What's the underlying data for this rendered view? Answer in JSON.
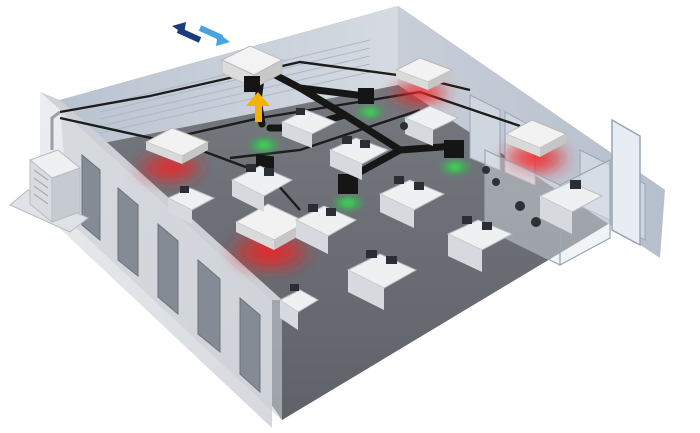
{
  "colors": {
    "background": "#ffffff",
    "floor": "#6e7178",
    "wall_top": "#d9dde2",
    "wall_inner": "#c4ccd6",
    "wall_outer": "#e4e6e9",
    "window_glass": "#bfc8d6",
    "door": "#8e949c",
    "duct": "#1a1a1a",
    "refrigerant_pipe": "#202020",
    "cooling_zone": "#e32020",
    "fresh_air_outlet": "#2fd84a",
    "airflow_arrow": "#f2b400",
    "exhaust_air_arrow": "#1a3c7a",
    "intake_air_arrow": "#4aa3e0",
    "desk": "#eef0f2",
    "monitor": "#2a2d33",
    "chair": "#2e3035",
    "unit_casing": "#f2f2f2"
  },
  "icons": {
    "outdoor_unit": "outdoor-condenser-icon",
    "ceiling_cassette": "ceiling-cassette-icon",
    "heat_recovery_ventilator": "ventilation-unit-icon",
    "air_exchange": "air-exchange-arrows-icon"
  },
  "components": {
    "outdoor_units": 1,
    "ceiling_cassettes": 4,
    "ventilation_units": 1,
    "fresh_air_outlets": 4,
    "workstations": 11
  }
}
